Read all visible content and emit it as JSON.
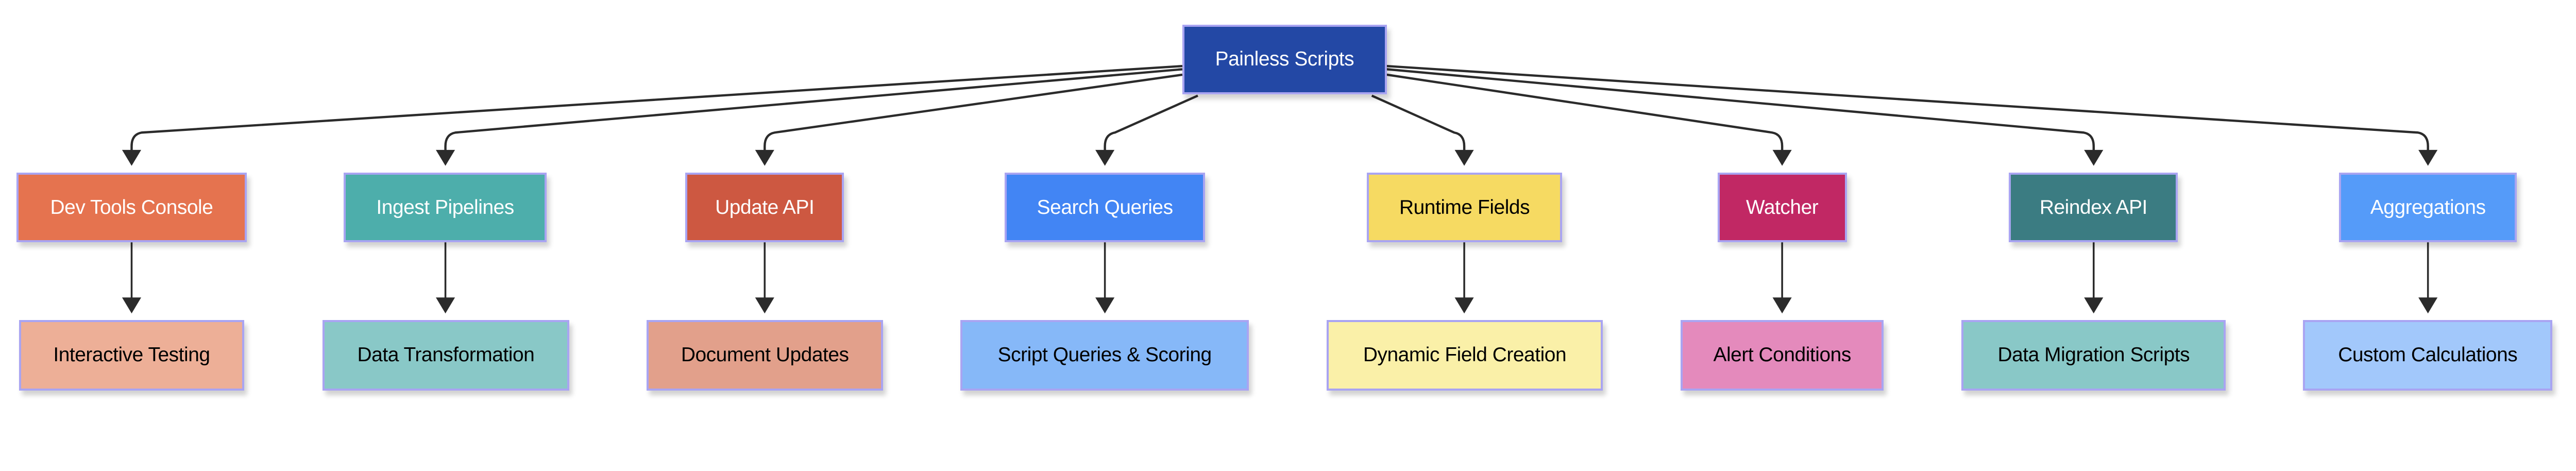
{
  "root": {
    "label": "Painless Scripts",
    "color": "#2348a5"
  },
  "categories": [
    {
      "label": "Dev Tools Console",
      "color": "#e5734f",
      "child": {
        "label": "Interactive Testing",
        "color": "#edaf97"
      }
    },
    {
      "label": "Ingest Pipelines",
      "color": "#4daeab",
      "child": {
        "label": "Data Transformation",
        "color": "#89c8c7"
      }
    },
    {
      "label": "Update API",
      "color": "#cd5841",
      "child": {
        "label": "Document Updates",
        "color": "#e2a08b"
      }
    },
    {
      "label": "Search Queries",
      "color": "#4285f4",
      "child": {
        "label": "Script Queries & Scoring",
        "color": "#86b8f8"
      }
    },
    {
      "label": "Runtime Fields",
      "color": "#f6da62",
      "child": {
        "label": "Dynamic Field Creation",
        "color": "#faf0a8"
      }
    },
    {
      "label": "Watcher",
      "color": "#c12864",
      "child": {
        "label": "Alert Conditions",
        "color": "#e48abc"
      }
    },
    {
      "label": "Reindex API",
      "color": "#3b7c82",
      "child": {
        "label": "Data Migration Scripts",
        "color": "#89c8c7"
      }
    },
    {
      "label": "Aggregations",
      "color": "#559bf9",
      "child": {
        "label": "Custom Calculations",
        "color": "#a2c8fb"
      }
    }
  ],
  "edge_color": "#2b2b2b",
  "node_border_color": "#a9a4f2"
}
